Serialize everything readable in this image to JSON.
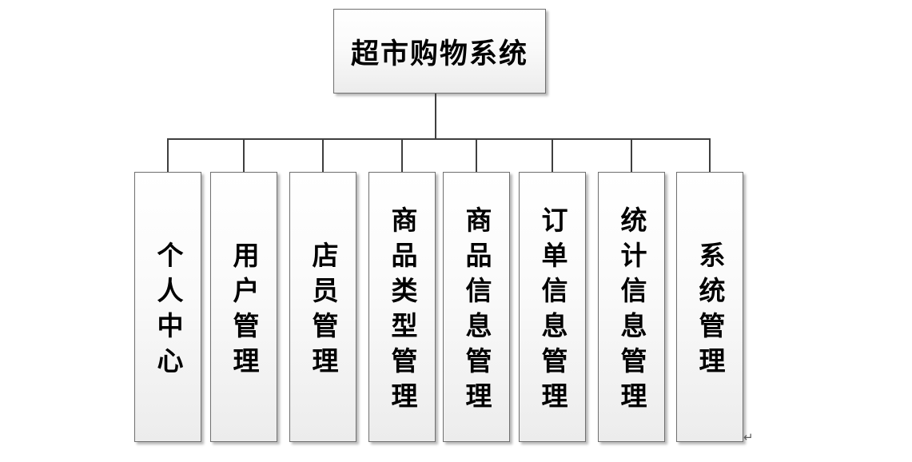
{
  "diagram": {
    "title": "超市购物系统",
    "children": [
      {
        "label": "个人中心"
      },
      {
        "label": "用户管理"
      },
      {
        "label": "店员管理"
      },
      {
        "label": "商品类型管理"
      },
      {
        "label": "商品信息管理"
      },
      {
        "label": "订单信息管理"
      },
      {
        "label": "统计信息管理"
      },
      {
        "label": "系统管理"
      }
    ],
    "paragraph_mark": "↵"
  },
  "colors": {
    "background": "#ffffff",
    "box_fill_top": "#ffffff",
    "box_fill_bottom": "#ececec",
    "box_border": "#6f6f6f",
    "connector": "#3f3f3f",
    "text": "#000000",
    "paragraph_mark": "#595959"
  }
}
